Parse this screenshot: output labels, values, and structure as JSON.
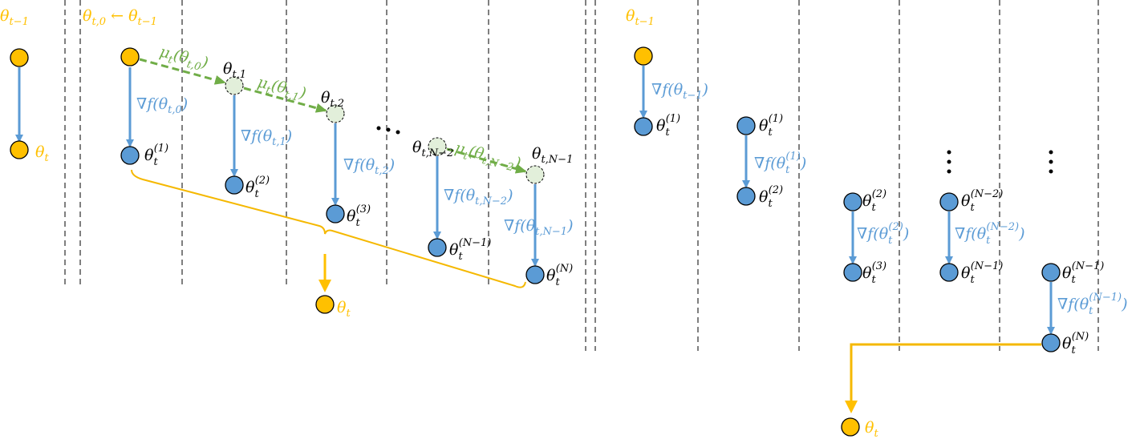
{
  "colors": {
    "orange": "#FFC000",
    "orange_line": "#F5B800",
    "blue_node": "#5B9BD5",
    "blue_arrow": "#5B9BD5",
    "green_node": "#E2EFDA",
    "green_arrow": "#70AD47",
    "divider": "#7F7F7F",
    "text": "#000000"
  },
  "labels": [
    {
      "color": "orange",
      "parts": [
        {
          "t": "θ"
        },
        {
          "sub": "t−1"
        }
      ]
    },
    {
      "color": "orange",
      "parts": [
        {
          "t": "θ"
        },
        {
          "sub": "t"
        }
      ]
    },
    {
      "color": "orange",
      "parts": [
        {
          "t": "θ"
        },
        {
          "sub": "t,0"
        },
        {
          "t": " ← θ"
        },
        {
          "sub": "t−1"
        }
      ]
    },
    {
      "color": "green",
      "parts": [
        {
          "t": "μ"
        },
        {
          "sub": "t"
        },
        {
          "t": "(θ"
        },
        {
          "sub": "t,0"
        },
        {
          "t": ")"
        }
      ]
    },
    {
      "color": "blue",
      "parts": [
        {
          "t": "∇f(θ"
        },
        {
          "sub": "t,0"
        },
        {
          "t": ")"
        }
      ]
    },
    {
      "color": "black",
      "parts": [
        {
          "t": "θ"
        },
        {
          "ss": [
            "t",
            "(1)"
          ]
        }
      ]
    },
    {
      "color": "black",
      "parts": [
        {
          "t": "θ"
        },
        {
          "sub": "t,1"
        }
      ]
    },
    {
      "color": "green",
      "parts": [
        {
          "t": "μ"
        },
        {
          "sub": "t"
        },
        {
          "t": "(θ"
        },
        {
          "sub": "t,1"
        },
        {
          "t": ")"
        }
      ]
    },
    {
      "color": "blue",
      "parts": [
        {
          "t": "∇f(θ"
        },
        {
          "sub": "t,1"
        },
        {
          "t": ")"
        }
      ]
    },
    {
      "color": "black",
      "parts": [
        {
          "t": "θ"
        },
        {
          "ss": [
            "t",
            "(2)"
          ]
        }
      ]
    },
    {
      "color": "black",
      "parts": [
        {
          "t": "θ"
        },
        {
          "sub": "t,2"
        }
      ]
    },
    {
      "color": "blue",
      "parts": [
        {
          "t": "∇f(θ"
        },
        {
          "sub": "t,2"
        },
        {
          "t": ")"
        }
      ]
    },
    {
      "color": "black",
      "parts": [
        {
          "t": "θ"
        },
        {
          "ss": [
            "t",
            "(3)"
          ]
        }
      ]
    },
    {
      "color": "black",
      "parts": [
        {
          "t": "θ"
        },
        {
          "sub": "t,N−2"
        }
      ]
    },
    {
      "color": "green",
      "parts": [
        {
          "t": "μ"
        },
        {
          "sub": "t"
        },
        {
          "t": "(θ"
        },
        {
          "sub": "t,N−2"
        },
        {
          "t": ")"
        }
      ]
    },
    {
      "color": "blue",
      "parts": [
        {
          "t": "∇f(θ"
        },
        {
          "sub": "t,N−2"
        },
        {
          "t": ")"
        }
      ]
    },
    {
      "color": "black",
      "parts": [
        {
          "t": "θ"
        },
        {
          "ss": [
            "t",
            "(N−1)"
          ]
        }
      ]
    },
    {
      "color": "black",
      "parts": [
        {
          "t": "θ"
        },
        {
          "sub": "t,N−1"
        }
      ]
    },
    {
      "color": "blue",
      "parts": [
        {
          "t": "∇f(θ"
        },
        {
          "sub": "t,N−1"
        },
        {
          "t": ")"
        }
      ]
    },
    {
      "color": "black",
      "parts": [
        {
          "t": "θ"
        },
        {
          "ss": [
            "t",
            "(N)"
          ]
        }
      ]
    },
    {
      "color": "orange",
      "parts": [
        {
          "t": "θ"
        },
        {
          "sub": "t"
        }
      ]
    },
    {
      "color": "orange",
      "parts": [
        {
          "t": "θ"
        },
        {
          "sub": "t−1"
        }
      ]
    },
    {
      "color": "blue",
      "parts": [
        {
          "t": "∇f(θ"
        },
        {
          "sub": "t−1"
        },
        {
          "t": ")"
        }
      ]
    },
    {
      "color": "black",
      "parts": [
        {
          "t": "θ"
        },
        {
          "ss": [
            "t",
            "(1)"
          ]
        }
      ]
    },
    {
      "color": "black",
      "parts": [
        {
          "t": "θ"
        },
        {
          "ss": [
            "t",
            "(1)"
          ]
        }
      ]
    },
    {
      "color": "blue",
      "parts": [
        {
          "t": "∇f(θ"
        },
        {
          "ss": [
            "t",
            "(1)"
          ]
        },
        {
          "t": ")"
        }
      ]
    },
    {
      "color": "black",
      "parts": [
        {
          "t": "θ"
        },
        {
          "ss": [
            "t",
            "(2)"
          ]
        }
      ]
    },
    {
      "color": "black",
      "parts": [
        {
          "t": "θ"
        },
        {
          "ss": [
            "t",
            "(2)"
          ]
        }
      ]
    },
    {
      "color": "blue",
      "parts": [
        {
          "t": "∇f(θ"
        },
        {
          "ss": [
            "t",
            "(2)"
          ]
        },
        {
          "t": ")"
        }
      ]
    },
    {
      "color": "black",
      "parts": [
        {
          "t": "θ"
        },
        {
          "ss": [
            "t",
            "(3)"
          ]
        }
      ]
    },
    {
      "color": "black",
      "parts": [
        {
          "t": "θ"
        },
        {
          "ss": [
            "t",
            "(N−2)"
          ]
        }
      ]
    },
    {
      "color": "blue",
      "parts": [
        {
          "t": "∇f(θ"
        },
        {
          "ss": [
            "t",
            "(N−2)"
          ]
        },
        {
          "t": ")"
        }
      ]
    },
    {
      "color": "black",
      "parts": [
        {
          "t": "θ"
        },
        {
          "ss": [
            "t",
            "(N−1)"
          ]
        }
      ]
    },
    {
      "color": "black",
      "parts": [
        {
          "t": "θ"
        },
        {
          "ss": [
            "t",
            "(N−1)"
          ]
        }
      ]
    },
    {
      "color": "blue",
      "parts": [
        {
          "t": "∇f(θ"
        },
        {
          "ss": [
            "t",
            "(N−1)"
          ]
        },
        {
          "t": ")"
        }
      ]
    },
    {
      "color": "black",
      "parts": [
        {
          "t": "θ"
        },
        {
          "ss": [
            "t",
            "(N)"
          ]
        }
      ]
    },
    {
      "color": "orange",
      "parts": [
        {
          "t": "θ"
        },
        {
          "sub": "t"
        }
      ]
    }
  ]
}
